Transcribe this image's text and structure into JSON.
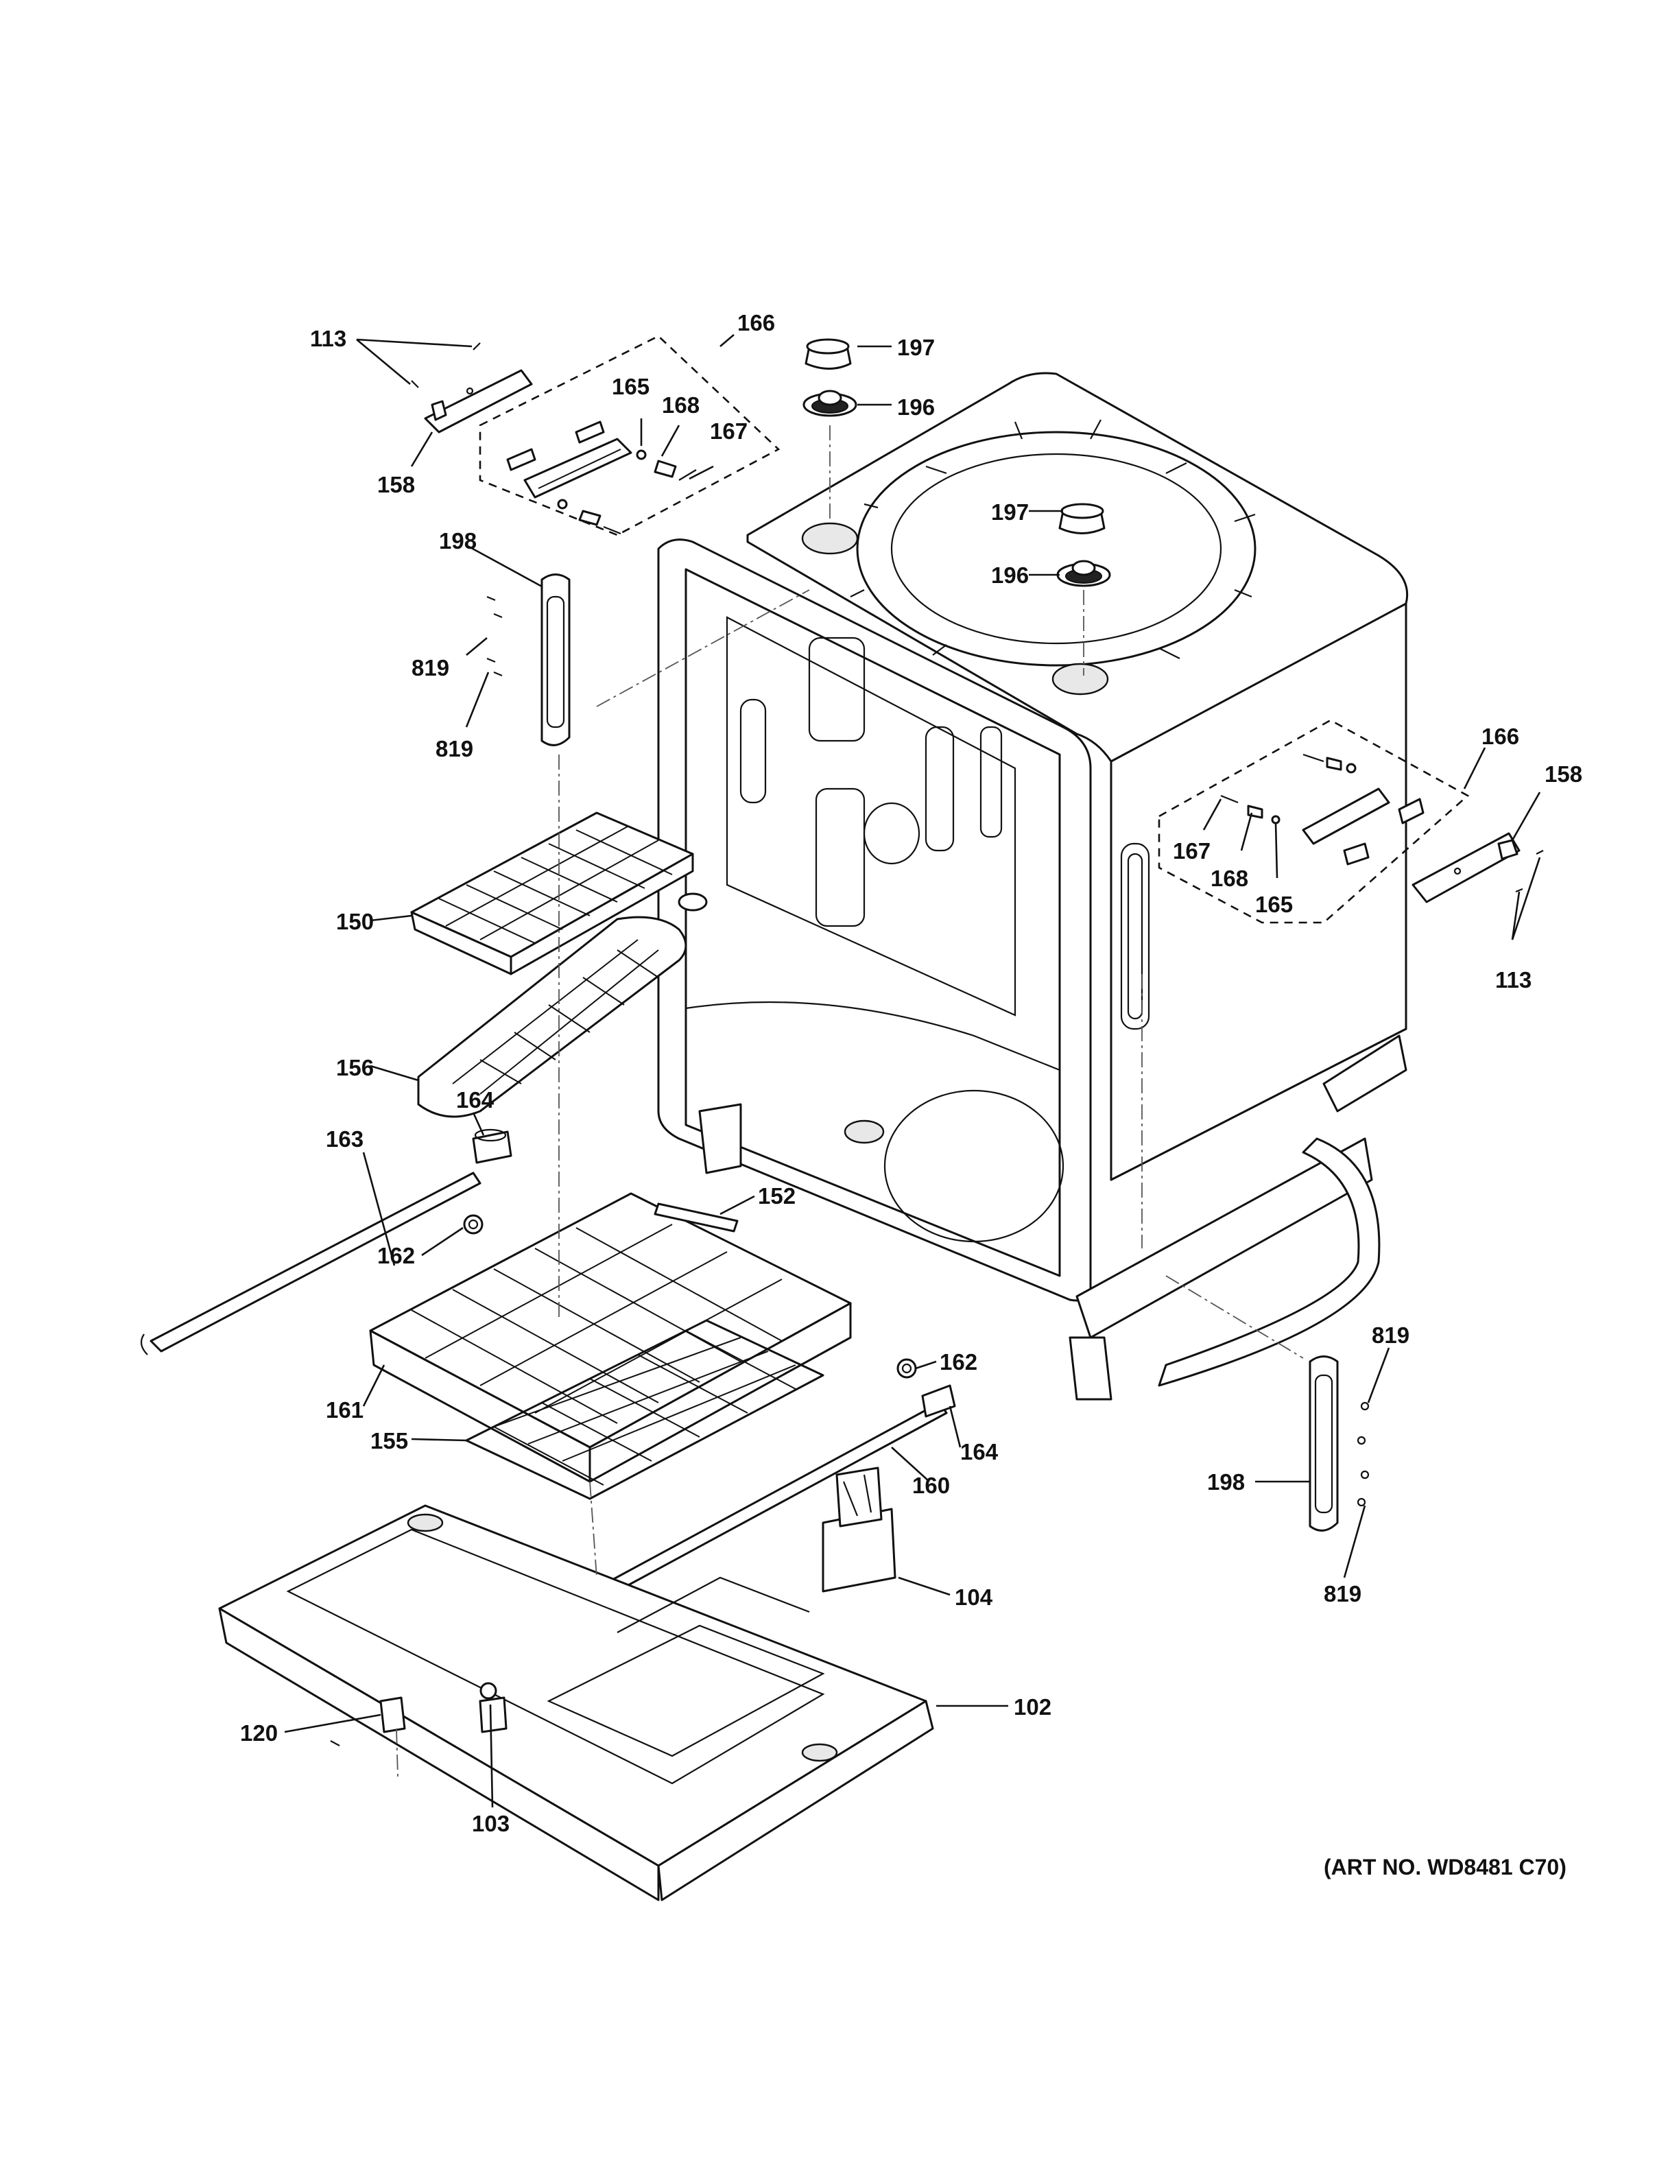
{
  "art_number": "(ART NO. WD8481 C70)",
  "callouts": [
    {
      "id": "c-113-top",
      "text": "113"
    },
    {
      "id": "c-166-top",
      "text": "166"
    },
    {
      "id": "c-197-top",
      "text": "197"
    },
    {
      "id": "c-196-top",
      "text": "196"
    },
    {
      "id": "c-165-top",
      "text": "165"
    },
    {
      "id": "c-168-top",
      "text": "168"
    },
    {
      "id": "c-167-top",
      "text": "167"
    },
    {
      "id": "c-158-top",
      "text": "158"
    },
    {
      "id": "c-198-top",
      "text": "198"
    },
    {
      "id": "c-197-mid",
      "text": "197"
    },
    {
      "id": "c-196-mid",
      "text": "196"
    },
    {
      "id": "c-819-a",
      "text": "819"
    },
    {
      "id": "c-819-b",
      "text": "819"
    },
    {
      "id": "c-166-right",
      "text": "166"
    },
    {
      "id": "c-158-right",
      "text": "158"
    },
    {
      "id": "c-167-right",
      "text": "167"
    },
    {
      "id": "c-168-right",
      "text": "168"
    },
    {
      "id": "c-165-right",
      "text": "165"
    },
    {
      "id": "c-113-right",
      "text": "113"
    },
    {
      "id": "c-150",
      "text": "150"
    },
    {
      "id": "c-156",
      "text": "156"
    },
    {
      "id": "c-164-left",
      "text": "164"
    },
    {
      "id": "c-163",
      "text": "163"
    },
    {
      "id": "c-152",
      "text": "152"
    },
    {
      "id": "c-162-left",
      "text": "162"
    },
    {
      "id": "c-161",
      "text": "161"
    },
    {
      "id": "c-155",
      "text": "155"
    },
    {
      "id": "c-162-right",
      "text": "162"
    },
    {
      "id": "c-164-right",
      "text": "164"
    },
    {
      "id": "c-160",
      "text": "160"
    },
    {
      "id": "c-819-c",
      "text": "819"
    },
    {
      "id": "c-198-right",
      "text": "198"
    },
    {
      "id": "c-819-d",
      "text": "819"
    },
    {
      "id": "c-104",
      "text": "104"
    },
    {
      "id": "c-102",
      "text": "102"
    },
    {
      "id": "c-120",
      "text": "120"
    },
    {
      "id": "c-103",
      "text": "103"
    }
  ]
}
